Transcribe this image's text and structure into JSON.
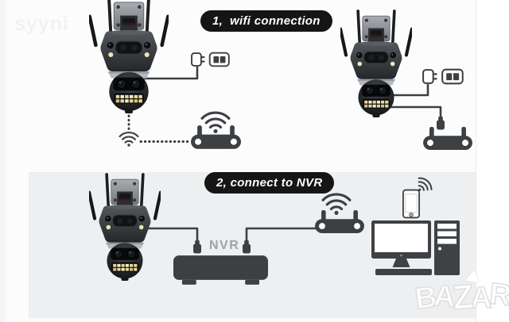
{
  "steps": [
    {
      "label": "1,  wifi connection"
    },
    {
      "label": "2, connect to NVR"
    }
  ],
  "labels": {
    "nvr": "NVR"
  },
  "watermarks": {
    "seller": "syyni",
    "marketplace": [
      "B",
      "A",
      "Z",
      "A",
      "R"
    ]
  },
  "colors": {
    "icon_dark": "#3d4043",
    "panel_gray": "#eeeff0",
    "pill_black": "#151515",
    "pill_text": "#ffffff",
    "nvr_text": "#86898c",
    "led_warm": "#e9d79c",
    "background": "#fcfcfd"
  },
  "icons": {
    "security-camera-icon": "dual-lens PTZ camera with antennas",
    "power-adapter-icon": "plug with wall socket",
    "router-icon": "router body with two antennas",
    "wifi-icon": "three wifi arcs with dot",
    "usb-plug-icon": "usb connector",
    "nvr-box-icon": "network video recorder box",
    "computer-icon": "monitor with tower and keyboard",
    "phone-icon": "smartphone"
  }
}
